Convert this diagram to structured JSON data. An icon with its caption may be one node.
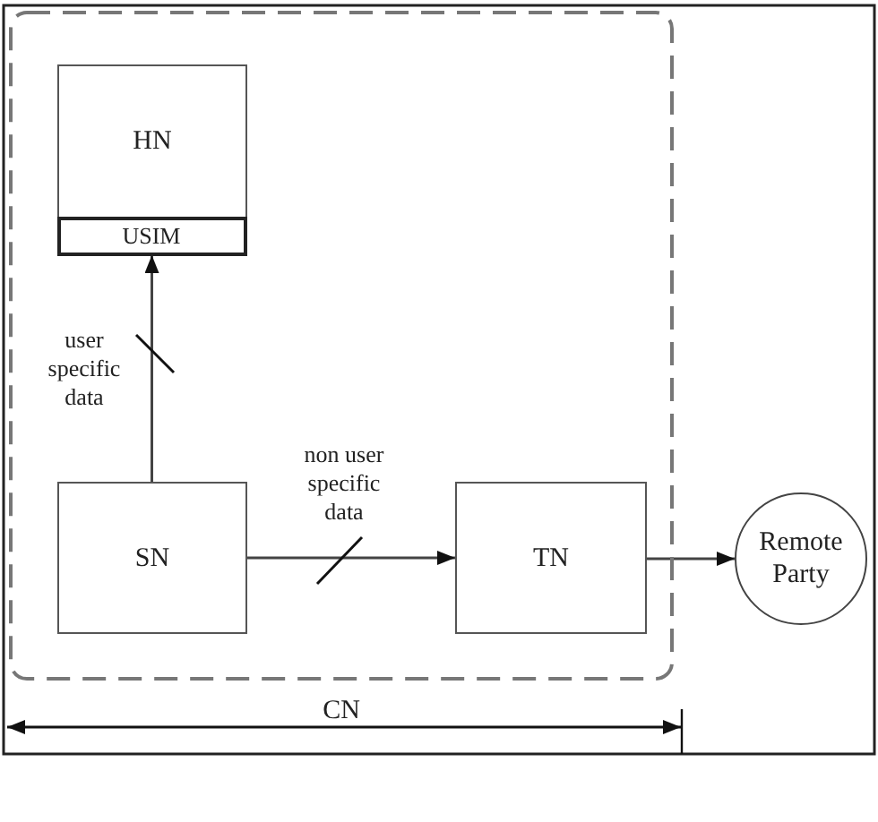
{
  "diagram": {
    "nodes": [
      {
        "text": [
          "CN"
        ]
      },
      {
        "text": [
          "HN"
        ],
        "in": 0
      },
      {
        "text": [
          "USIM"
        ],
        "in": 1
      },
      {
        "text": [
          "SN"
        ],
        "in": 0
      },
      {
        "text": [
          "TN"
        ],
        "in": 0
      },
      {
        "text": [
          "Remote Party"
        ]
      }
    ],
    "edges": [
      {
        "from": 3,
        "to": 2,
        "arrow": "to",
        "label": "user specific data"
      },
      {
        "from": 3,
        "to": 4,
        "arrow": "to",
        "label": "non user specific data"
      },
      {
        "from": 4,
        "to": 5,
        "arrow": "to"
      }
    ]
  }
}
